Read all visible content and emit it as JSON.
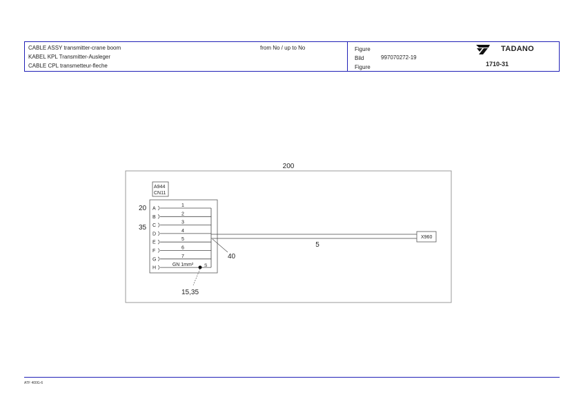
{
  "header": {
    "title_en": "CABLE ASSY transmitter-crane boom",
    "title_de": "KABEL KPL Transmitter-Ausleger",
    "title_fr": "CABLE CPL transmetteur-fleche",
    "serial_range": "from No / up to No",
    "label_figure_en": "Figure",
    "label_figure_de": "Bild",
    "label_figure_fr": "Figure",
    "part_number": "997070272-19",
    "brand": "TADANO",
    "figure_number": "1710-31"
  },
  "footer": {
    "code": "ATF 400G-6"
  },
  "diagram": {
    "frame_ref": "200",
    "connector_name": "A944",
    "connector_sub": "CN11",
    "pins": [
      {
        "pin": "A",
        "wire": "1"
      },
      {
        "pin": "B",
        "wire": "2"
      },
      {
        "pin": "C",
        "wire": "3"
      },
      {
        "pin": "D",
        "wire": "4"
      },
      {
        "pin": "E",
        "wire": "5"
      },
      {
        "pin": "F",
        "wire": "6"
      },
      {
        "pin": "G",
        "wire": "7"
      },
      {
        "pin": "H",
        "wire": "GN  1mm²"
      }
    ],
    "shield_mark": "S",
    "ref_connector": "20",
    "ref_contacts": "35",
    "ref_cable_end": "40",
    "ref_cable": "5",
    "ref_shield": "15,35",
    "target_connector": "X960"
  },
  "colors": {
    "frame_blue": "#1d1db5"
  }
}
